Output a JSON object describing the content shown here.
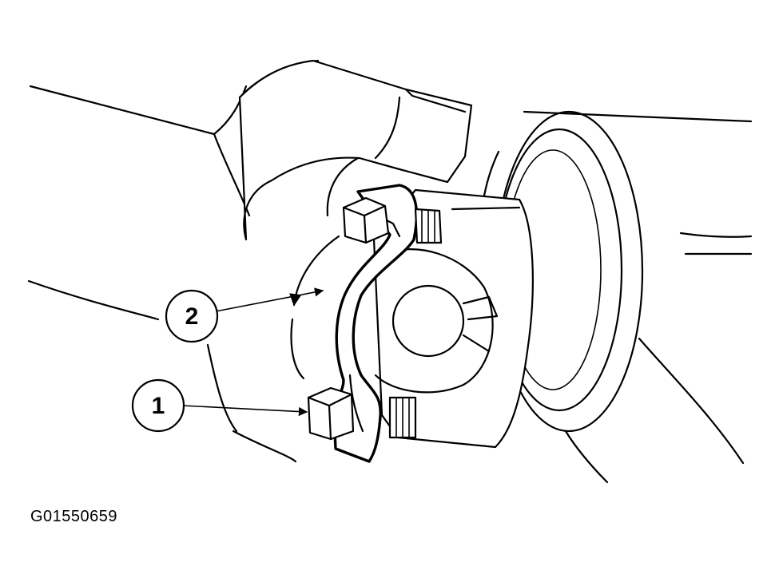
{
  "figure": {
    "code": "G01550659"
  },
  "callouts": [
    {
      "number": "1",
      "target": "bolt"
    },
    {
      "number": "2",
      "target": "strap"
    }
  ],
  "colors": {
    "line": "#000000",
    "background": "#ffffff"
  }
}
